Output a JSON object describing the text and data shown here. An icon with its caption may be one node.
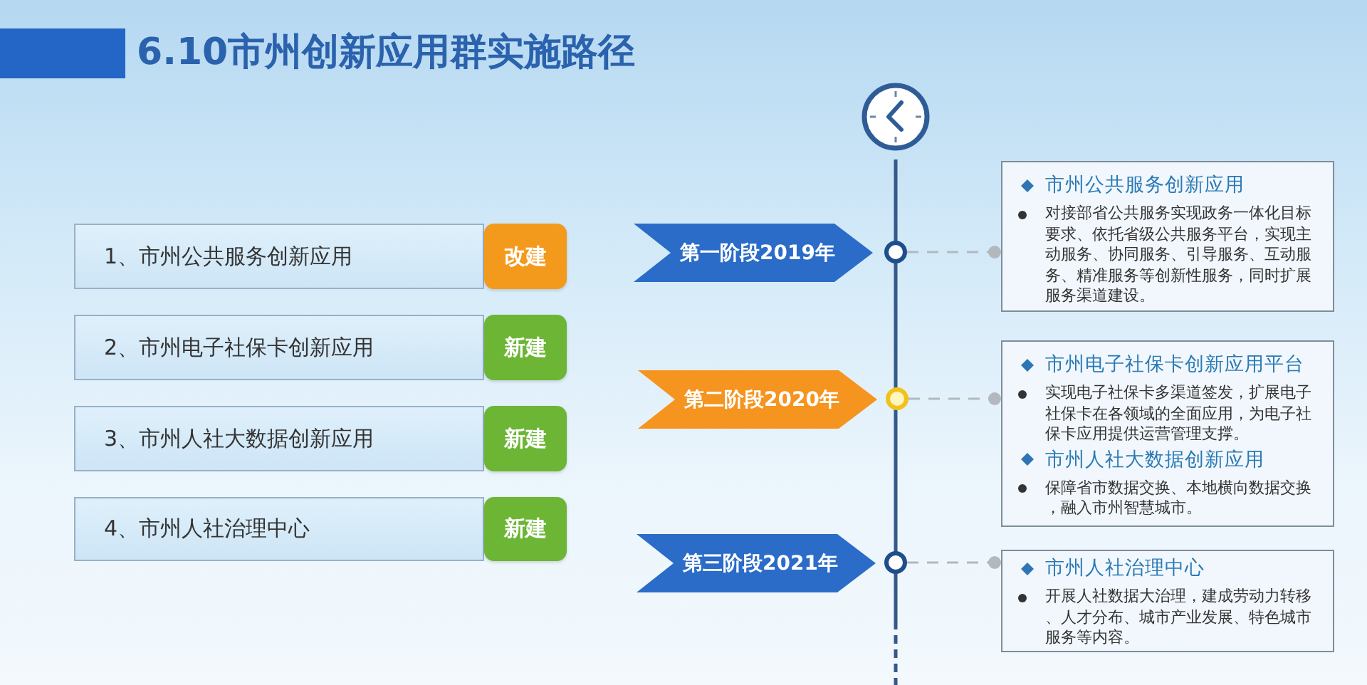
{
  "diagram": {
    "title": "6.10市州创新应用群实施路径",
    "nodes": [
      {
        "text": [
          "1、市州公共服务创新应用"
        ]
      },
      {
        "text": [
          "改建"
        ]
      },
      {
        "text": [
          "2、市州电子社保卡创新应用"
        ]
      },
      {
        "text": [
          "新建"
        ]
      },
      {
        "text": [
          "3、市州人社大数据创新应用"
        ]
      },
      {
        "text": [
          "新建"
        ]
      },
      {
        "text": [
          "4、市州人社治理中心"
        ]
      },
      {
        "text": [
          "新建"
        ]
      },
      {
        "text": [
          "第一阶段2019年"
        ]
      },
      {
        "text": [],
        "shape": "circle"
      },
      {
        "text": [
          "市州公共服务创新应用",
          "对接部省公共服务实现政务一体化目标要求、依托省级公共服务平台，实现主动服务、协同服务、引导服务、互动服务、精准服务等创新性服务，同时扩展服务渠道建设。"
        ]
      },
      {
        "text": [
          "第二阶段2020年"
        ]
      },
      {
        "text": [],
        "shape": "circle"
      },
      {
        "text": [
          "市州电子社保卡创新应用平台",
          "实现电子社保卡多渠道签发，扩展电子社保卡在各领域的全面应用，为电子社保卡应用提供运营管理支撑。",
          "市州人社大数据创新应用",
          "保障省市数据交换、本地横向数据交换，融入市州智慧城市。"
        ]
      },
      {
        "text": [
          "第三阶段2021年"
        ]
      },
      {
        "text": [],
        "shape": "circle"
      },
      {
        "text": [
          "市州人社治理中心",
          "开展人社数据大治理，建成劳动力转移、人才分布、城市产业发展、特色城市服务等内容。"
        ]
      }
    ],
    "edges": [
      {
        "from": 9,
        "to": 10,
        "arrow": "other",
        "style": "dashed"
      },
      {
        "from": 12,
        "to": 13,
        "arrow": "other",
        "style": "dashed"
      },
      {
        "from": 15,
        "to": 16,
        "arrow": "other",
        "style": "dashed"
      }
    ]
  }
}
